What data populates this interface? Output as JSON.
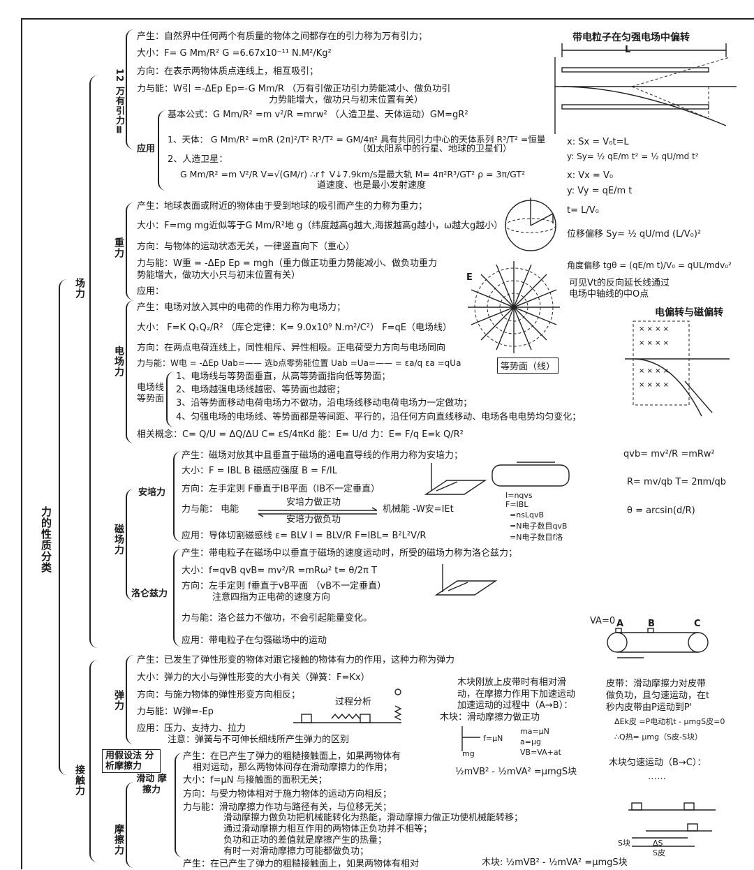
{
  "root": {
    "label": "力的性质分类"
  },
  "field": {
    "label": "场力"
  },
  "contact": {
    "label": "接触力"
  },
  "gravitation": {
    "title": "12 万有引力Ⅱ",
    "cause": "产生：自然界中任何两个有质量的物体之间都存在的引力称为万有引力；",
    "magnitude": "大小：F= G Mm/R²   G =6.67x10⁻¹¹ N.M²/Kg²",
    "direction": "方向：在表示两物体质点连线上，相互吸引；",
    "energy_1": "力与能：W引 =-ΔEp   Ep=-G Mm/R （万有引做正功引力势能减小、做负功引",
    "energy_2": "力势能增大，做功只与初末位置有关）",
    "app_label": "应用",
    "basic": "基本公式：G Mm/R² =m v²/R =mrw²  （人造卫星、天体运动）GM=gR²",
    "celestial": "1、天体：  G Mm/R² =mR (2π)²/T²   R³/T² = GM/4π²   具有共同引力中心的天体系列 R³/T² =恒量",
    "celestial_note": "（如太阳系中的行星、地球的卫星们）",
    "satellite": "2、人造卫星：",
    "sat_formula": "G Mm/R² =m V²/R    V=√(GM/r)    ∴r↑ V↓7.9km/s是最大轨   M= 4π²R³/GT²   ρ = 3π/GT²",
    "sat_note": "道速度、也是最小发射速度"
  },
  "gravity": {
    "title": "重力",
    "cause": "产生：地球表面或附近的物体由于受到地球的吸引而产生的力称为重力；",
    "magnitude": "大小：F=mg   mg近似等于G Mm/R²地   g（纬度越高g越大,海拔越高g越小，ω越大g越小）",
    "direction": "方向：与物体的运动状态无关，一律竖直向下（重心）",
    "energy_1": "力与能：W重 = -ΔEp    Ep = mgh（重力做正功重力势能减小、做负功重力",
    "energy_2": "势能增大，做功大小只与初末位置有关）",
    "application": "应用："
  },
  "electric": {
    "title": "电场力",
    "cause": "产生：电场对放入其中的电荷的作用力称为电场力；",
    "magnitude": "大小：  F=K Q₁Q₂/R² （库仑定律：K= 9.0x10⁹ N.m²/C²）    F=qE（电场线）",
    "direction": "方向：在两点电荷连线上，同性相斥、异性相吸。正电荷受力方向与电场同向",
    "energy": "力与能：W电 = -ΔEp  Uab=—— 选b点零势能位置  Uab =Ua=—— = εa/q   εa =qUa",
    "lines_label": "电场线 等势面",
    "lines": [
      "1、电场线与等势面垂直，从高等势面指向低等势面；",
      "2、电场越强电场线越密、等势面也越密；",
      "3、沿等势面移动电荷电场力不做功，沿电场线移动电荷电场力一定做功；",
      "4、匀强电场的电场线、等势面都是等间距、平行的，沿任何方向直线移动、电场各电电势均匀变化；"
    ],
    "related": "相关概念：C= Q/U = ΔQ/ΔU   C= εS/4πKd    能：E= U/d    力：E= F/q   E=k Q/R²"
  },
  "magnetic": {
    "title": "磁场力",
    "ampere": {
      "label": "安培力",
      "cause": "产生：磁场对放其中且垂直于磁场的通电直导线的作用力称为安培力；",
      "magnitude": "大小：F = IBL   B 磁感应强度 B = F/IL",
      "direction": "方向：左手定则     F垂直于IB平面（IB不一定垂直）",
      "energy_label": "力与能：    电能",
      "energy_top": "安培力做正功",
      "energy_bottom": "安培力做负功",
      "energy_right": "机械能   -W安=IEt",
      "application": "应用：导体切割磁感线  ε= BLV    I = BLV/R      F=IBL= B²L²V/R",
      "micro": [
        "I=nqvs",
        "F=IBL",
        "=nsLqvB",
        "=N电子数目qvB",
        "=N电子数目f洛"
      ]
    },
    "lorentz": {
      "label": "洛仑兹力",
      "cause": "产生：带电粒子在磁场中以垂直于磁场的速度运动时，所受的磁场力称为洛仑兹力；",
      "magnitude": "大小：f=qvB   qvB= mv²/R =mRω²   t= θ/2π T",
      "direction": "方向：左手定则      f垂直于vB平面  （vB不一定垂直）",
      "direction_note": "注意四指为正电荷的速度方向",
      "energy": "力与能：洛仑兹力不做功，不会引起能量变化。",
      "application": "应用：带电粒子在匀强磁场中的运动"
    }
  },
  "elastic": {
    "title": "弹力",
    "cause": "产生：已发生了弹性形变的物体对跟它接触的物体有力的作用，这种力称为弹力",
    "magnitude": "大小：弹力的大小与弹性形变的大小有关（弹簧：F=Kx）",
    "direction": "方向：与施力物体的弹性形变方向相反；",
    "process": "过程分析",
    "energy": "力与能：W弹=-Ep",
    "application": "应用：压力、支持力、拉力",
    "note": "注意：弹簧与不可伸长细线所产生弹力的区别"
  },
  "friction": {
    "title": "摩擦力",
    "hypothesis": "用假设法 分析摩擦力",
    "sliding_label": "滑动 摩擦力",
    "cause_1": "产生：在已产生了弹力的粗糙接触面上，如果两物体有",
    "cause_2": "相对运动，那么两物体间存在滑动摩擦力的作用；",
    "magnitude": "大小：f=μN      与接触面的面积无关；",
    "direction": "方向：与受力物体相对于施力物体的运动方向相反；",
    "energy": "力与能：滑动摩擦力作功与路径有关，与位移无关；",
    "notes": [
      "滑动摩擦力做负功把机械能转化为热能，滑动摩擦力做正功使机械能转移；",
      "通过滑动摩擦力相互作用的两物体正负功并不相等；",
      "负功和正功的差值就是摩擦产生的热量；",
      "有时一对滑动摩擦力可能都做负功；"
    ],
    "bottom": "产生：在已产生了弹力的粗糙接触面上，如果两物体有相对"
  },
  "deflection": {
    "title": "带电粒子在匀强电场中偏转",
    "L": "L",
    "x_eq": "x: Sx = V₀t=L",
    "y_eq": "y: Sy= ½ qE/m t² = ½ qU/md t²",
    "vx_eq": "x: Vx = V₀",
    "vy_eq": "y: Vy = qE/m t",
    "t_eq": "t= L/V₀",
    "offset": "位移偏移 Sy= ½ qU/md (L/V₀)²",
    "angle": "角度偏移 tgθ = (qE/m t)/V₀ = qUL/mdv₀²",
    "note_1": "可见Vt的反向延长线通过",
    "note_2": "电场中轴线的中O点",
    "eb_title": "电偏转与磁偏转",
    "mag_1": "qvb= mv²/R =mRw²",
    "mag_2": "R= mv/qb    T= 2πm/qb",
    "mag_3": "θ = arcsin(d/R)"
  },
  "equipotential": {
    "label": "等势面（线）",
    "E": "E"
  },
  "belt": {
    "v0": "VA=0",
    "A": "A",
    "B": "B",
    "C": "C",
    "desc_1": "木块刚放上皮带时有相对滑",
    "desc_2": "动，在摩擦力作用下加速运动",
    "desc_3": "加速运动的过程中（A→B）：",
    "block": "木块：滑动摩擦力做正功",
    "eqs": [
      "ma=μN",
      "a=μg",
      "VB=VA+at"
    ],
    "force": "f=μN",
    "mg": "mg",
    "work": "½mVB² - ½mVA² =μmgS块",
    "belt_1": "皮带：滑动摩擦力对皮带",
    "belt_2": "做负功，且匀速运动，在t",
    "belt_3": "秒内皮带由P运动到P'",
    "belt_4": "ΔEk皮 =P电动机t - μmgS皮=0",
    "belt_5": "∴Q热= μmg（S皮-S块）",
    "uniform": "木块匀速运动（B→C）：",
    "dots": "……",
    "sb": "S块",
    "sp": "S皮",
    "ds": "ΔS",
    "bottom_eq": "木块: ½mVB² - ½mVA² =μmgS块"
  }
}
